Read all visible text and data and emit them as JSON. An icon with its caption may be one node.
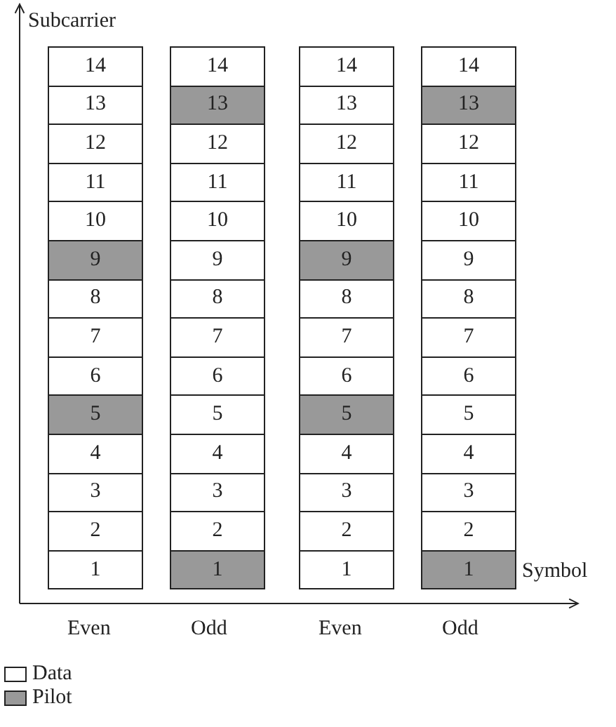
{
  "diagram": {
    "nodes": [
      {
        "text": [
          "14"
        ]
      },
      {
        "text": [
          "13"
        ]
      },
      {
        "text": [
          "12"
        ]
      },
      {
        "text": [
          "11"
        ]
      },
      {
        "text": [
          "10"
        ]
      },
      {
        "text": [
          "9"
        ]
      },
      {
        "text": [
          "8"
        ]
      },
      {
        "text": [
          "7"
        ]
      },
      {
        "text": [
          "6"
        ]
      },
      {
        "text": [
          "5"
        ]
      },
      {
        "text": [
          "4"
        ]
      },
      {
        "text": [
          "3"
        ]
      },
      {
        "text": [
          "2"
        ]
      },
      {
        "text": [
          "1"
        ]
      },
      {
        "text": [
          "14"
        ]
      },
      {
        "text": [
          "13"
        ]
      },
      {
        "text": [
          "12"
        ]
      },
      {
        "text": [
          "11"
        ]
      },
      {
        "text": [
          "10"
        ]
      },
      {
        "text": [
          "9"
        ]
      },
      {
        "text": [
          "8"
        ]
      },
      {
        "text": [
          "7"
        ]
      },
      {
        "text": [
          "6"
        ]
      },
      {
        "text": [
          "5"
        ]
      },
      {
        "text": [
          "4"
        ]
      },
      {
        "text": [
          "3"
        ]
      },
      {
        "text": [
          "2"
        ]
      },
      {
        "text": [
          "1"
        ]
      },
      {
        "text": [
          "14"
        ]
      },
      {
        "text": [
          "13"
        ]
      },
      {
        "text": [
          "12"
        ]
      },
      {
        "text": [
          "11"
        ]
      },
      {
        "text": [
          "10"
        ]
      },
      {
        "text": [
          "9"
        ]
      },
      {
        "text": [
          "8"
        ]
      },
      {
        "text": [
          "7"
        ]
      },
      {
        "text": [
          "6"
        ]
      },
      {
        "text": [
          "5"
        ]
      },
      {
        "text": [
          "4"
        ]
      },
      {
        "text": [
          "3"
        ]
      },
      {
        "text": [
          "2"
        ]
      },
      {
        "text": [
          "1"
        ]
      },
      {
        "text": [
          "14"
        ]
      },
      {
        "text": [
          "13"
        ]
      },
      {
        "text": [
          "12"
        ]
      },
      {
        "text": [
          "11"
        ]
      },
      {
        "text": [
          "10"
        ]
      },
      {
        "text": [
          "9"
        ]
      },
      {
        "text": [
          "8"
        ]
      },
      {
        "text": [
          "7"
        ]
      },
      {
        "text": [
          "6"
        ]
      },
      {
        "text": [
          "5"
        ]
      },
      {
        "text": [
          "4"
        ]
      },
      {
        "text": [
          "3"
        ]
      },
      {
        "text": [
          "2"
        ]
      },
      {
        "text": [
          "1"
        ]
      }
    ],
    "labels": [
      "Subcarrier",
      "Symbol",
      "Even",
      "Odd",
      "Even",
      "Odd"
    ],
    "legend": [
      {
        "text": "Data",
        "color": "#ffffff"
      },
      {
        "text": "Pilot",
        "color": "#999999"
      }
    ]
  }
}
